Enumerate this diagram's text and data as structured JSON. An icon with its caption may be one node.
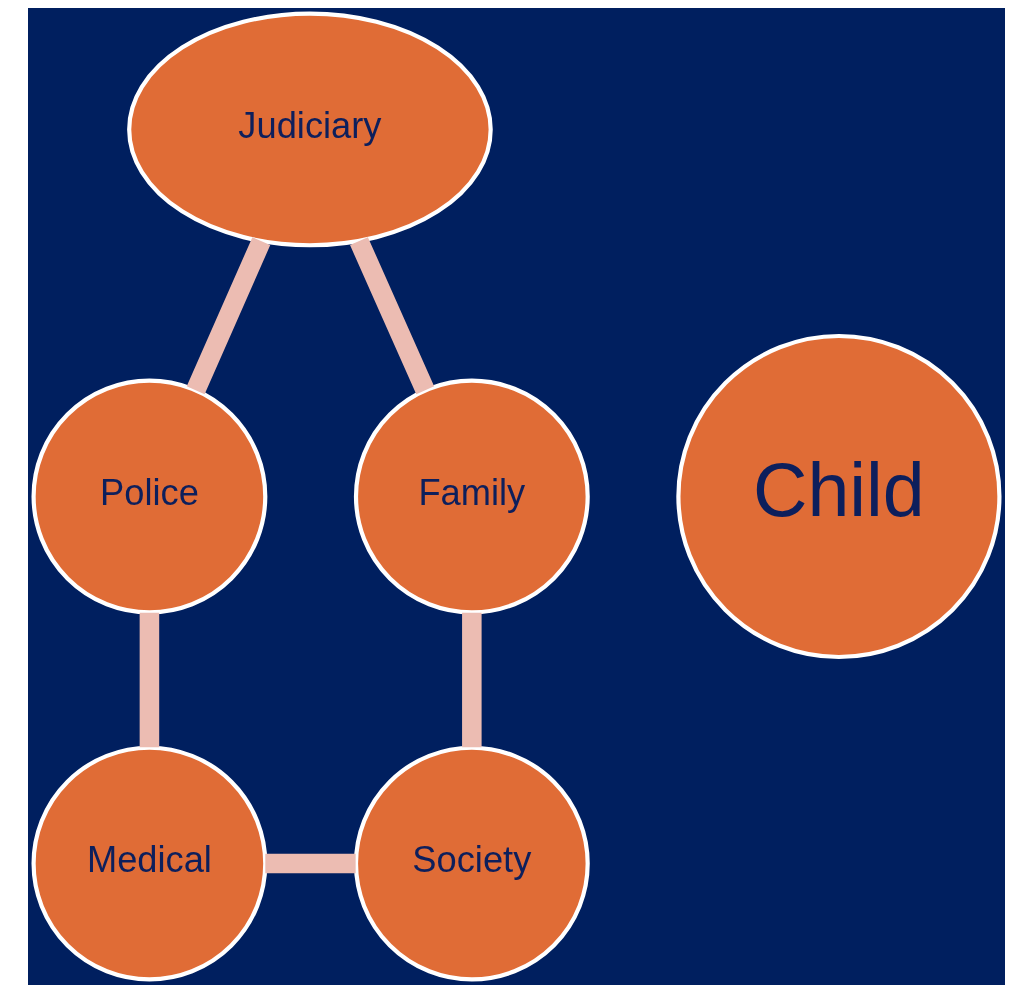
{
  "diagram": {
    "nodes": [
      {
        "text": [
          "Judiciary"
        ]
      },
      {
        "text": [
          "Police"
        ]
      },
      {
        "text": [
          "Child"
        ]
      },
      {
        "text": [
          "Family"
        ]
      },
      {
        "text": [
          "Medical"
        ]
      },
      {
        "text": [
          "Society"
        ]
      }
    ],
    "edges": [
      {
        "from": 0,
        "to": 3,
        "arrow": "none"
      },
      {
        "from": 3,
        "to": 5,
        "arrow": "none"
      },
      {
        "from": 5,
        "to": 4,
        "arrow": "none"
      },
      {
        "from": 4,
        "to": 1,
        "arrow": "none"
      },
      {
        "from": 1,
        "to": 0,
        "arrow": "none"
      }
    ]
  }
}
